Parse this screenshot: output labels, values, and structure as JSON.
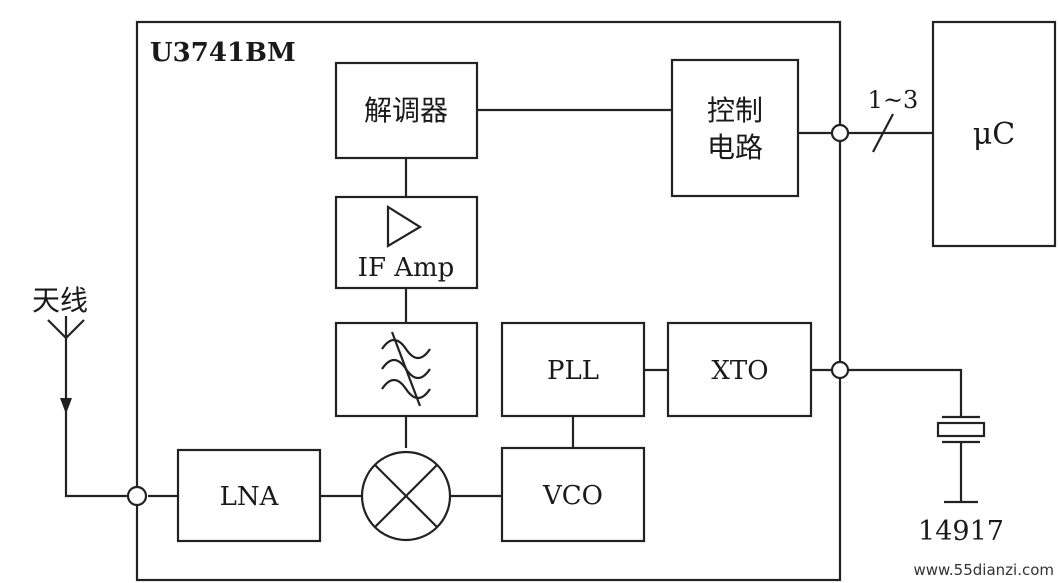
{
  "chip_name": "U3741BM",
  "blocks": {
    "demodulator": "解调器",
    "control_line1": "控制",
    "control_line2": "电路",
    "if_amp": "IF Amp",
    "pll": "PLL",
    "xto": "XTO",
    "lna": "LNA",
    "vco": "VCO",
    "microcontroller": "μC"
  },
  "labels": {
    "antenna": "天线",
    "bus_width": "1~3",
    "crystal": "14917"
  },
  "watermark": "www.55dianzi.com"
}
